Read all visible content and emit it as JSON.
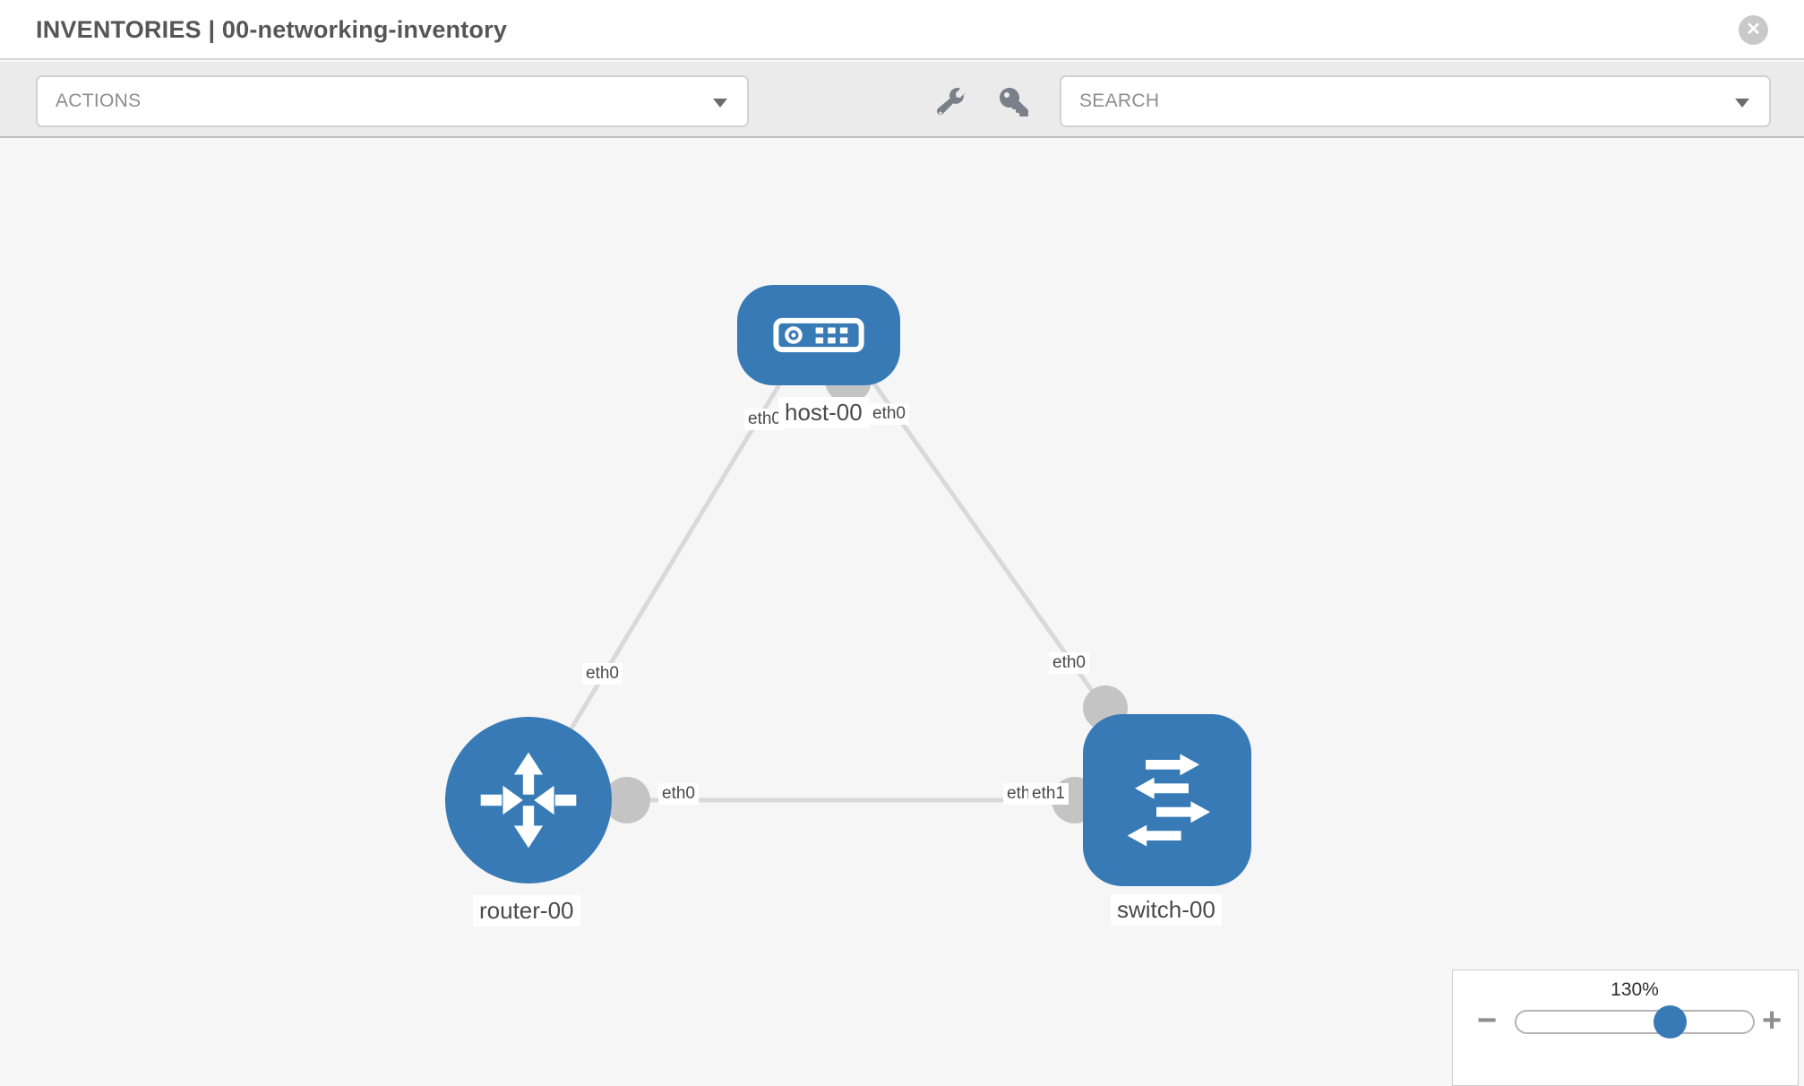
{
  "header": {
    "title": "INVENTORIES | 00-networking-inventory",
    "close_glyph": "✕"
  },
  "toolbar": {
    "actions": {
      "label": "ACTIONS"
    },
    "search": {
      "label": "SEARCH"
    },
    "icons": [
      "wrench-icon",
      "key-icon"
    ]
  },
  "topology": {
    "nodes": [
      {
        "name": "host-00",
        "type": "host"
      },
      {
        "name": "router-00",
        "type": "router"
      },
      {
        "name": "switch-00",
        "type": "switch"
      }
    ],
    "links": [
      {
        "from": "host-00",
        "from_iface": "eth0",
        "to": "router-00",
        "to_iface": "eth0"
      },
      {
        "from": "host-00",
        "from_iface": "eth0",
        "to": "switch-00",
        "to_iface": "eth0"
      },
      {
        "from": "router-00",
        "from_iface": "eth0",
        "to": "switch-00",
        "to_iface": "eth1"
      }
    ],
    "iface_labels": [
      {
        "id": "host-router-host-side",
        "text": "eth0"
      },
      {
        "id": "host-switch-host-side",
        "text": "eth0"
      },
      {
        "id": "host-router-router-side",
        "text": "eth0"
      },
      {
        "id": "host-switch-switch-side",
        "text": "eth0"
      },
      {
        "id": "router-switch-router-side",
        "text": "eth0"
      },
      {
        "id": "router-switch-switch-under",
        "text": "eth0"
      },
      {
        "id": "router-switch-switch-side",
        "text": "eth1"
      }
    ]
  },
  "zoom_control": {
    "value": "130%",
    "minus_glyph": "−",
    "plus_glyph": "+"
  },
  "colors": {
    "node_blue": "#377ab5",
    "link_gray": "#d9d9d9",
    "endpoint_gray": "#c4c4c4",
    "toolbar_bg": "#ebebeb",
    "canvas_bg": "#f6f6f6",
    "icon_gray": "#798089"
  }
}
